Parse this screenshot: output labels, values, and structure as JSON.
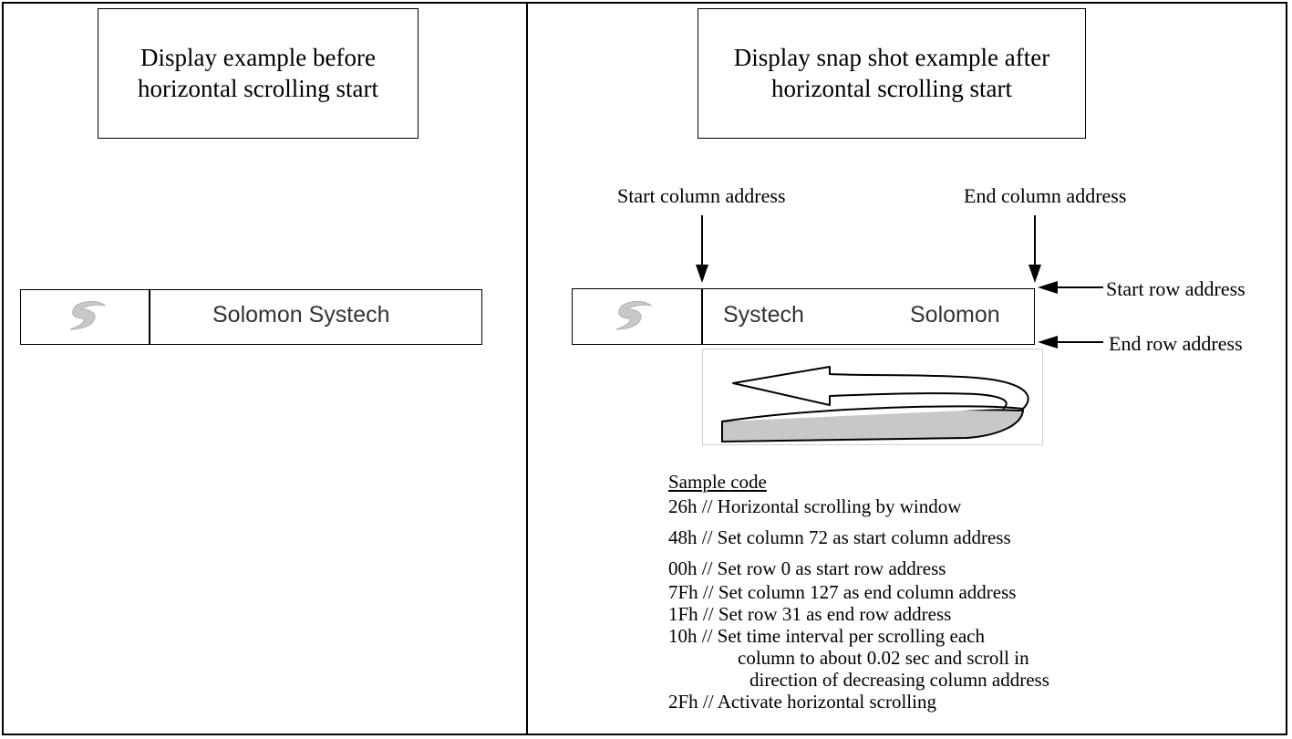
{
  "left_panel": {
    "title": "Display example before horizontal scrolling start",
    "display_text": "Solomon Systech",
    "logo_icon": "solomon-logo-icon"
  },
  "right_panel": {
    "title": "Display snap shot example after horizontal scrolling start",
    "display_text_left": "Systech",
    "display_text_right": "Solomon",
    "logo_icon": "solomon-logo-icon",
    "labels": {
      "start_column": "Start  column address",
      "end_column": "End  column address",
      "start_row": "Start  row address",
      "end_row": "End row address"
    },
    "sample_code": {
      "heading": "Sample code",
      "lines": [
        "26h  // Horizontal scrolling by window",
        "48h  // Set column 72 as start column address",
        "00h  // Set row 0 as start row address",
        "7Fh  // Set column 127 as end column address",
        "1Fh  // Set row 31 as end row address",
        "10h  // Set time interval per scrolling each",
        "column to about 0.02 sec and scroll in",
        "direction of decreasing column address",
        "2Fh  // Activate horizontal scrolling"
      ]
    }
  }
}
